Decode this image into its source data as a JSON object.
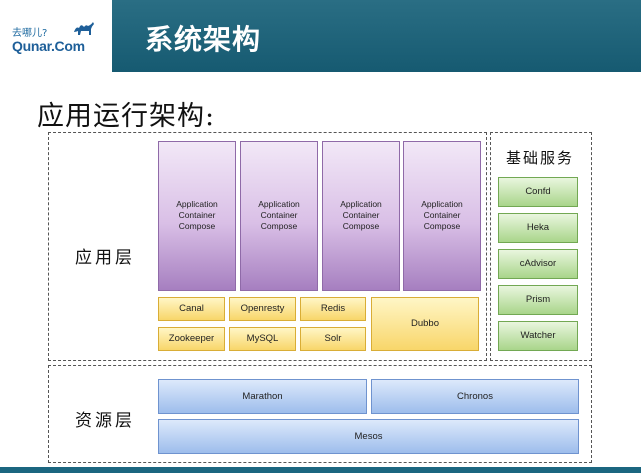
{
  "header": {
    "logo_cn": "去哪儿?",
    "logo_en": "Qunar.Com",
    "title": "系统架构"
  },
  "subtitle": "应用运行架构:",
  "app_layer": {
    "label": "应用层",
    "containers": [
      "Application\nContainer\nCompose",
      "Application\nContainer\nCompose",
      "Application\nContainer\nCompose",
      "Application\nContainer\nCompose"
    ],
    "middleware": [
      "Canal",
      "Openresty",
      "Redis",
      "Zookeeper",
      "MySQL",
      "Solr",
      "Dubbo"
    ]
  },
  "basic_services": {
    "title": "基础服务",
    "items": [
      "Confd",
      "Heka",
      "cAdvisor",
      "Prism",
      "Watcher"
    ]
  },
  "resource_layer": {
    "label": "资源层",
    "items": [
      "Marathon",
      "Chronos",
      "Mesos"
    ]
  },
  "colors": {
    "header": "#165a71",
    "app_container": "#d9bfe6",
    "middleware": "#f8d66a",
    "service": "#a9d58a",
    "resource": "#9dbdec"
  }
}
